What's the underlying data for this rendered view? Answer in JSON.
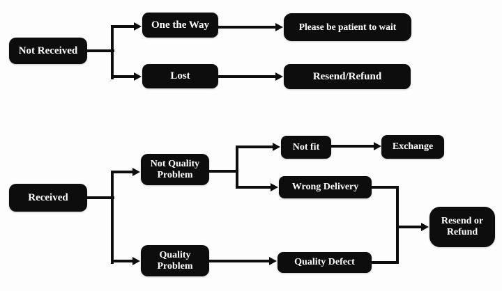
{
  "diagram": {
    "colors": {
      "node_background": "#0d0d0d",
      "node_text": "#ffffff",
      "connector": "#0d0d0d",
      "page_background": "#fdfdfd"
    },
    "nodes": {
      "not_received": "Not Received",
      "one_the_way": "One the Way",
      "lost": "Lost",
      "please_wait": "Please be patient to wait",
      "resend_refund": "Resend/Refund",
      "received": "Received",
      "not_quality_problem": "Not Quality Problem",
      "quality_problem": "Quality Problem",
      "not_fit": "Not fit",
      "exchange": "Exchange",
      "wrong_delivery": "Wrong Delivery",
      "quality_defect": "Quality Defect",
      "resend_or_refund": "Resend or Refund"
    },
    "edges": [
      {
        "from": "not_received",
        "to": "one_the_way"
      },
      {
        "from": "not_received",
        "to": "lost"
      },
      {
        "from": "one_the_way",
        "to": "please_wait"
      },
      {
        "from": "lost",
        "to": "resend_refund"
      },
      {
        "from": "received",
        "to": "not_quality_problem"
      },
      {
        "from": "received",
        "to": "quality_problem"
      },
      {
        "from": "not_quality_problem",
        "to": "not_fit"
      },
      {
        "from": "not_quality_problem",
        "to": "wrong_delivery"
      },
      {
        "from": "not_fit",
        "to": "exchange"
      },
      {
        "from": "quality_problem",
        "to": "quality_defect"
      },
      {
        "from": "wrong_delivery",
        "to": "resend_or_refund"
      },
      {
        "from": "quality_defect",
        "to": "resend_or_refund"
      }
    ]
  }
}
